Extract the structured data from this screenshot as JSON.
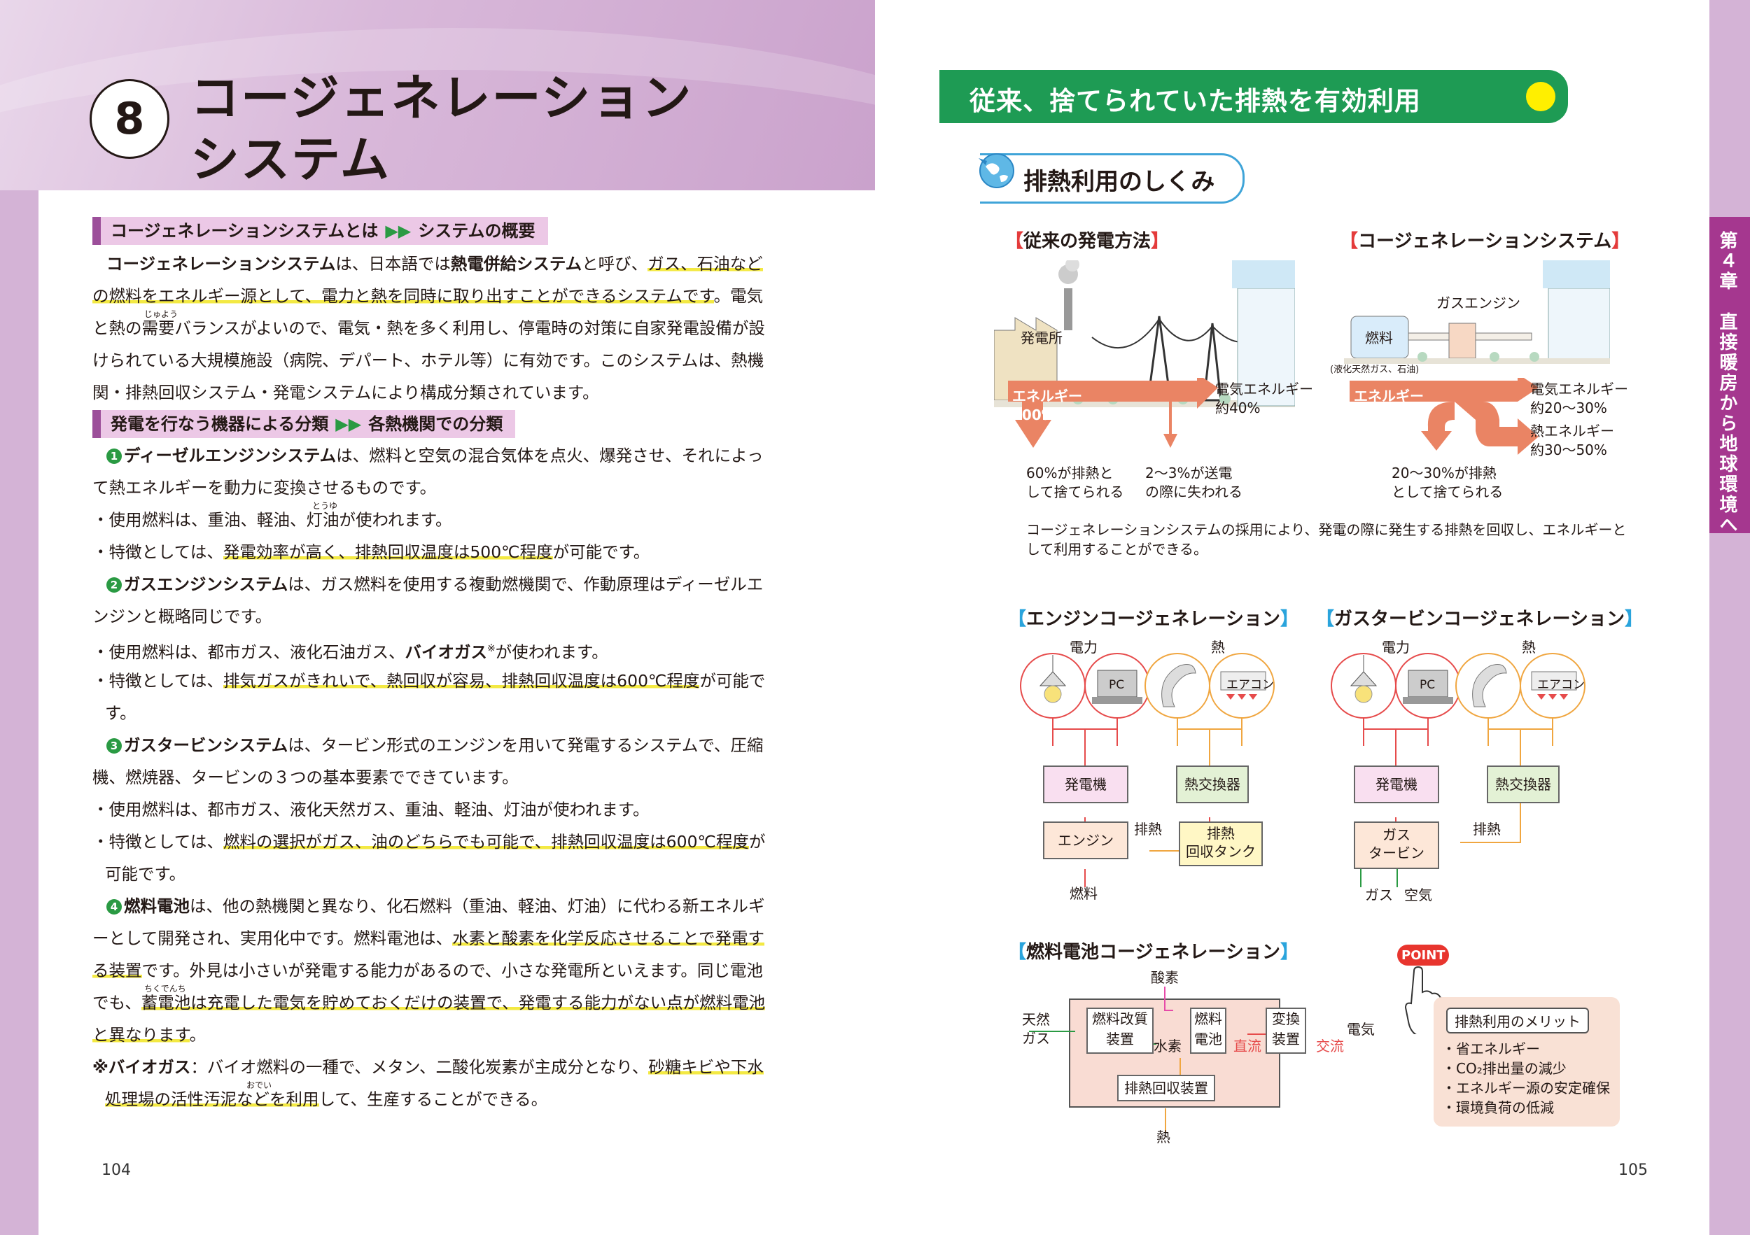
{
  "left_page": {
    "chapter_number": "8",
    "title_line1": "コージェネレーション",
    "title_line2": "システム",
    "section1": {
      "title": "コージェネレーションシステムとは",
      "arrows": "▶▶",
      "sub": "システムの概要"
    },
    "section2": {
      "title": "発電を行なう機器による分類",
      "arrows": "▶▶",
      "sub": "各熱機関での分類"
    },
    "lines": {
      "l1a": "コージェネレーションシステム",
      "l1b": "は、日本語では",
      "l1c": "熱電併給システム",
      "l1d": "と呼び、",
      "l1e": "ガス、石油など",
      "l2a": "の燃料をエネルギー源として、電力と熱を同時に取り出すことができるシステムです",
      "l2b": "。電気",
      "l3": "と熱の需要バランスがよいので、電気・熱を多く利用し、停電時の対策に自家発電設備が設",
      "l3_ruby": "じゅよう",
      "l4": "けられている大規模施設（病院、デパート、ホテル等）に有効です。このシステムは、熱機",
      "l5": "関・排熱回収システム・発電システムにより構成分類されています。",
      "d1_num": "1",
      "d1a": "ディーゼルエンジンシステム",
      "d1b": "は、燃料と空気の混合気体を点火、爆発させ、それによっ",
      "d2": "て熱エネルギーを動力に変換させるものです。",
      "d3": "・使用燃料は、重油、軽油、灯油が使われます。",
      "d3_ruby": "とうゆ",
      "d4a": "・特徴としては、",
      "d4b": "発電効率が高く、排熱回収温度は500℃程度",
      "d4c": "が可能です。",
      "g1_num": "2",
      "g1a": "ガスエンジンシステム",
      "g1b": "は、ガス燃料を使用する複動燃機関で、作動原理はディーゼルエ",
      "g2": "ンジンと概略同じです。",
      "g3a": "・使用燃料は、都市ガス、液化石油ガス、",
      "g3b": "バイオガス",
      "g3c": "※",
      "g3d": "が使われます。",
      "g4a": "・特徴としては、",
      "g4b": "排気ガスがきれいで、熱回収が容易、排熱回収温度は600℃程度",
      "g4c": "が可能で",
      "g5": "す。",
      "t1_num": "3",
      "t1a": "ガスタービンシステム",
      "t1b": "は、タービン形式のエンジンを用いて発電するシステムで、圧縮",
      "t2": "機、燃焼器、タービンの３つの基本要素でできています。",
      "t3": "・使用燃料は、都市ガス、液化天然ガス、重油、軽油、灯油が使われます。",
      "t4a": "・特徴としては、",
      "t4b": "燃料の選択がガス、油のどちらでも可能で、排熱回収温度は600℃程度",
      "t4c": "が",
      "t5": "可能です。",
      "f1_num": "4",
      "f1a": "燃料電池",
      "f1b": "は、他の熱機関と異なり、化石燃料（重油、軽油、灯油）に代わる新エネルギ",
      "f2a": "ーとして開発され、実用化中です。燃料電池は、",
      "f2b": "水素と酸素を化学反応させることで発電す",
      "f3a": "る装置",
      "f3b": "です。外見は小さいが発電する能力があるので、小さな発電所といえます。同じ電池",
      "f4a": "でも、",
      "f4b": "蓄電池は充電した電気を貯めておくだけの装置で、発電する能力がない点が燃料電池",
      "f4_ruby": "ちくでんち",
      "f5a": "と異なります",
      "f5b": "。",
      "n1a": "※バイオガス",
      "n1b": "：バイオ燃料の一種で、メタン、二酸化炭素が主成分となり、",
      "n1c": "砂糖キビや下水",
      "n2a": "処理場の活性汚泥などを利用",
      "n2b": "して、生産することができる。",
      "n2_ruby": "おでい"
    },
    "page_number": "104"
  },
  "right_page": {
    "banner": "従来、捨てられていた排熱を有効利用",
    "subheading": "排熱利用のしくみ",
    "chapter_tab": "第４章　直接暖房から地球環境へ",
    "conv": {
      "title": "従来の発電方法",
      "plant": "発電所",
      "energy": "エネルギー\n100%",
      "elec": "電気エネルギー\n約40%",
      "waste": "60%が排熱と\nして捨てられる",
      "loss": "2～3%が送電\nの際に失われる"
    },
    "cogen": {
      "title": "コージェネレーションシステム",
      "engine": "ガスエンジン",
      "fuel": "燃料",
      "fuel_note": "(液化天然ガス、石油)",
      "energy": "エネルギー\n100%",
      "elec": "電気エネルギー\n約20～30%",
      "heat": "熱エネルギー\n約30～50%",
      "waste": "20～30%が排熱\nとして捨てられる"
    },
    "summary_line1": "コージェネレーションシステムの採用により、発電の際に発生する排熱を回収し、エネルギーと",
    "summary_line2": "して利用することができる。",
    "engine_cogen": {
      "title": "エンジンコージェネレーション",
      "power": "電力",
      "heat": "熱",
      "pc": "PC",
      "ac": "エアコン",
      "generator": "発電機",
      "exchanger": "熱交換器",
      "engine": "エンジン",
      "exhaust": "排熱",
      "tank": "排熱\n回収タンク",
      "fuel": "燃料"
    },
    "turbine_cogen": {
      "title": "ガスタービンコージェネレーション",
      "power": "電力",
      "heat": "熱",
      "pc": "PC",
      "ac": "エアコン",
      "generator": "発電機",
      "exchanger": "熱交換器",
      "turbine": "ガス\nタービン",
      "exhaust": "排熱",
      "gas": "ガス",
      "air": "空気"
    },
    "fuel_cell": {
      "title": "燃料電池コージェネレーション",
      "oxygen": "酸素",
      "natural_gas": "天然\nガス",
      "reformer": "燃料改質\n装置",
      "hydrogen": "水素",
      "cell": "燃料\n電池",
      "dc": "直流",
      "inverter": "変換\n装置",
      "ac": "交流",
      "electricity": "電気",
      "recovery": "排熱回収装置",
      "heat": "熱"
    },
    "point": {
      "badge": "POINT",
      "title": "排熱利用のメリット",
      "items": [
        "・省エネルギー",
        "・CO₂排出量の減少",
        "・エネルギー源の安定確保",
        "・環境負荷の低減"
      ]
    },
    "page_number": "105"
  }
}
